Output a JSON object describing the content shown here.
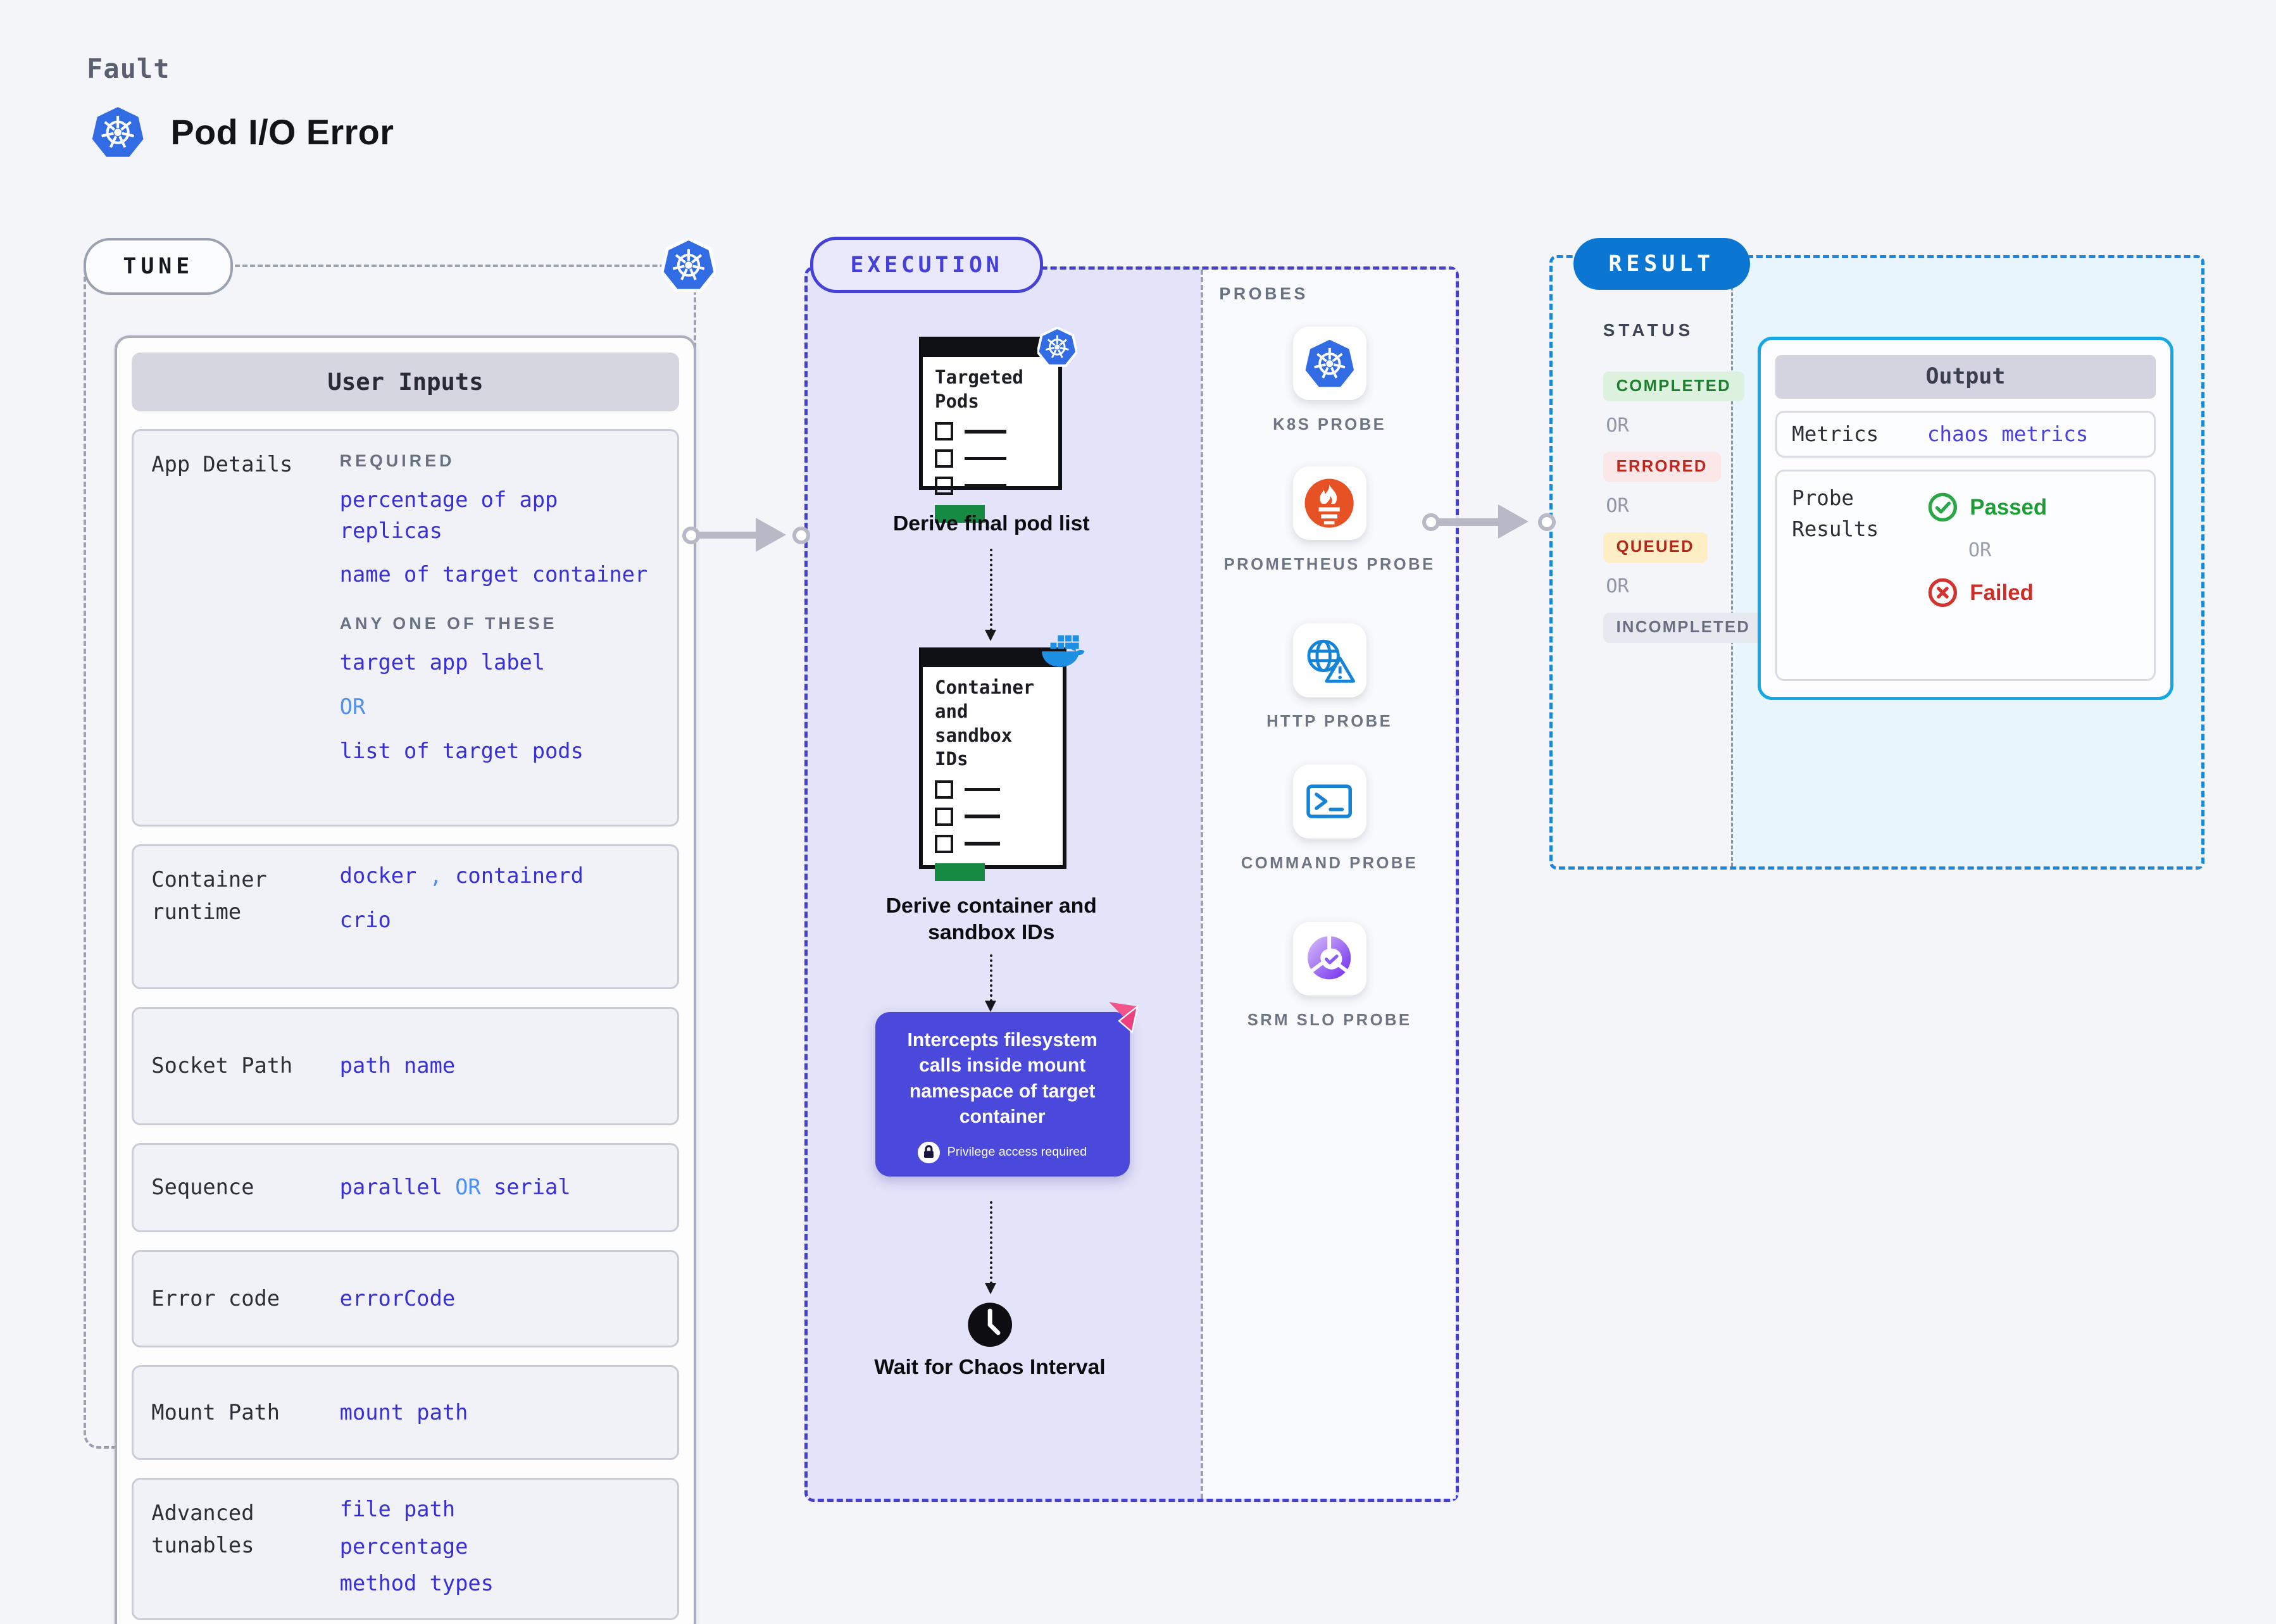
{
  "header": {
    "eyebrow": "Fault",
    "title": "Pod I/O Error"
  },
  "tune": {
    "badge": "TUNE",
    "card_title": "User Inputs",
    "app_details": {
      "label": "App Details",
      "required_heading": "REQUIRED",
      "required_value_1": "percentage of app replicas",
      "required_value_2": "name of target container",
      "any_one_heading": "ANY ONE OF THESE",
      "option_1": "target app label",
      "or_separator": "OR",
      "option_2": "list of target pods"
    },
    "container_runtime": {
      "label": "Container runtime",
      "value_1": "docker",
      "separator": ",",
      "value_2": "containerd",
      "value_3": "crio"
    },
    "socket_path": {
      "label": "Socket Path",
      "value": "path name"
    },
    "sequence": {
      "label": "Sequence",
      "value_1": "parallel",
      "or_separator": "OR",
      "value_2": "serial"
    },
    "error_code": {
      "label": "Error code",
      "value": "errorCode"
    },
    "mount_path": {
      "label": "Mount Path",
      "value": "mount path"
    },
    "advanced_tunables": {
      "label": "Advanced tunables",
      "value_1": "file path",
      "value_2": "percentage",
      "value_3": "method types"
    }
  },
  "execution": {
    "badge": "EXECUTION",
    "pods_card_title": "Targeted Pods",
    "step_1_caption": "Derive final pod list",
    "ids_card_title": "Container and sandbox IDs",
    "step_2_caption": "Derive container and sandbox IDs",
    "intercept_text": "Intercepts filesystem calls inside mount namespace of target container",
    "privilege_note": "Privilege access required",
    "wait_caption": "Wait for Chaos Interval"
  },
  "probes": {
    "heading": "PROBES",
    "items": [
      {
        "icon": "kubernetes-icon",
        "label": "K8S PROBE"
      },
      {
        "icon": "prometheus-flame-icon",
        "label": "PROMETHEUS PROBE"
      },
      {
        "icon": "globe-warning-icon",
        "label": "HTTP PROBE"
      },
      {
        "icon": "terminal-icon",
        "label": "COMMAND PROBE"
      },
      {
        "icon": "slo-donut-check-icon",
        "label": "SRM SLO PROBE"
      }
    ]
  },
  "result": {
    "badge": "RESULT",
    "status_heading": "STATUS",
    "or_separator": "OR",
    "statuses": [
      {
        "label": "COMPLETED",
        "fg": "#1d7e2f",
        "bg": "#ddf2de"
      },
      {
        "label": "ERRORED",
        "fg": "#c3241c",
        "bg": "#fbe7e8"
      },
      {
        "label": "QUEUED",
        "fg": "#b3271d",
        "bg": "#fdeec5"
      },
      {
        "label": "INCOMPLETED",
        "fg": "#696e80",
        "bg": "#e8e9f0"
      }
    ],
    "output": {
      "title": "Output",
      "metrics_label": "Metrics",
      "metrics_value": "chaos metrics",
      "probe_results_label": "Probe Results",
      "passed_label": "Passed",
      "or_separator": "OR",
      "failed_label": "Failed"
    }
  },
  "colors": {
    "page_bg": "#f4f5f9",
    "accent_indigo_text": "#382fd8",
    "accent_light_blue": "#4c8ff5",
    "execution_border": "#4540d2",
    "execution_bg": "#e3e3f9",
    "intercept_box_bg": "#4b48dc",
    "result_border": "#1b86da",
    "result_bg": "#e8f5fd",
    "result_badge_bg": "#0c76d3",
    "output_border": "#16a7e5",
    "kubernetes_blue": "#326ce5",
    "prometheus_orange": "#e75225",
    "docker_blue": "#1d90e4",
    "http_blue": "#1583d6",
    "slo_purple": "#7d3ff0",
    "passed_green": "#1b9e34",
    "failed_red": "#cf2d28",
    "clipboard_green": "#168a42",
    "pink_badge": "#f2548c"
  }
}
